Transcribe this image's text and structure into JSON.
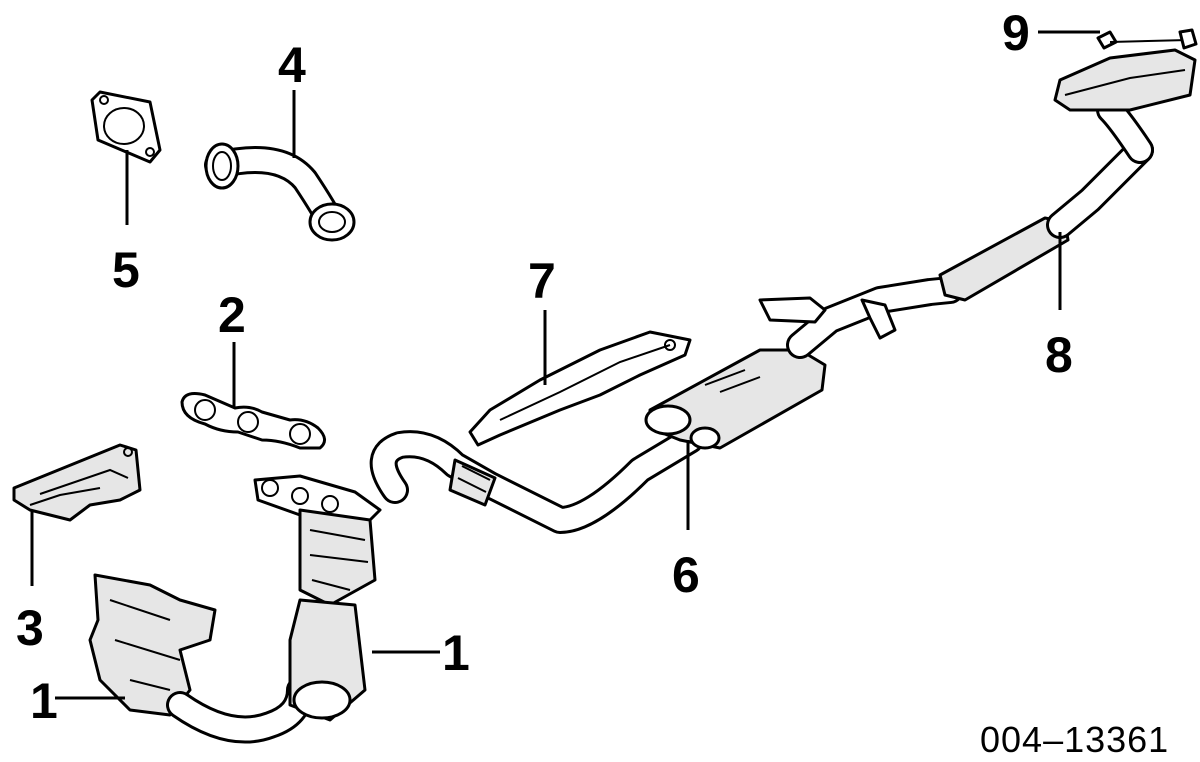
{
  "callouts": {
    "c1a": "1",
    "c1b": "1",
    "c2": "2",
    "c3": "3",
    "c4": "4",
    "c5": "5",
    "c6": "6",
    "c7": "7",
    "c8": "8",
    "c9": "9"
  },
  "figure_code": "004–13361",
  "colors": {
    "line": "#000000",
    "background": "#ffffff",
    "shade": "#e6e6e6"
  }
}
